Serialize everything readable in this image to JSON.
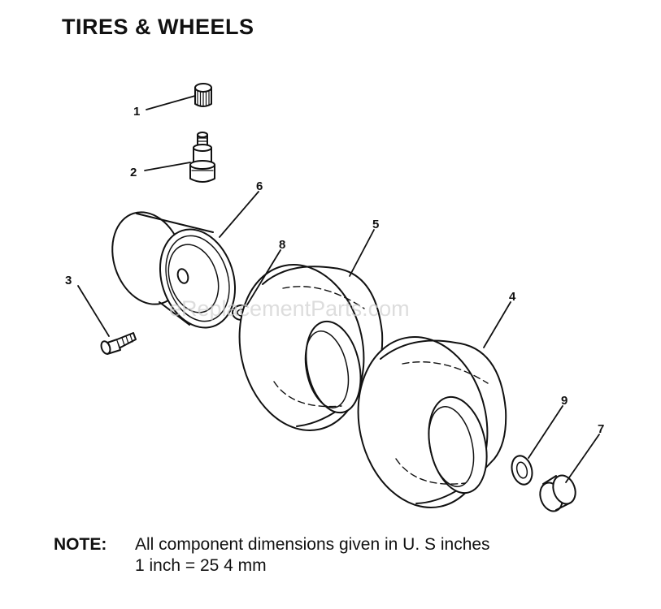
{
  "title": "TIRES & WHEELS",
  "callouts": [
    "1",
    "2",
    "3",
    "4",
    "5",
    "6",
    "7",
    "8",
    "9"
  ],
  "watermark": "eReplacementParts.com",
  "note": {
    "label": "NOTE:",
    "line1": "All component dimensions given in U. S  inches",
    "line2": "1 inch = 25 4 mm"
  }
}
